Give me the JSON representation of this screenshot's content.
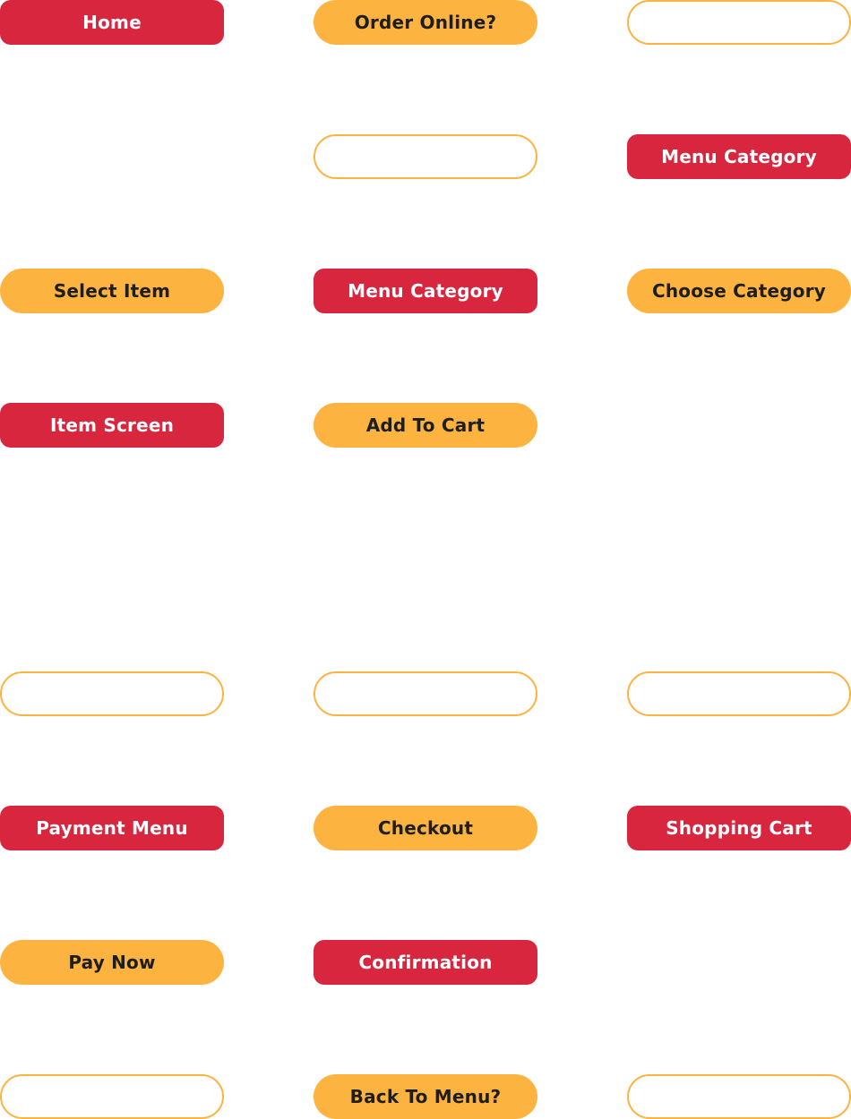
{
  "colors": {
    "screen_fill": "#d8263e",
    "screen_text": "#ffffff",
    "action_fill": "#fdb33f",
    "action_text": "#1e1e1e",
    "empty_outline": "#fdb33f",
    "background": "#ffffff"
  },
  "nodes": {
    "home": "Home",
    "order_online": "Order Online?",
    "menu_category_top": "Menu Category",
    "select_item": "Select Item",
    "menu_category": "Menu Category",
    "choose_category": "Choose Category",
    "item_screen": "Item Screen",
    "add_to_cart": "Add To Cart",
    "payment_menu": "Payment Menu",
    "checkout": "Checkout",
    "shopping_cart": "Shopping Cart",
    "pay_now": "Pay Now",
    "confirmation": "Confirmation",
    "back_to_menu": "Back To Menu?"
  }
}
